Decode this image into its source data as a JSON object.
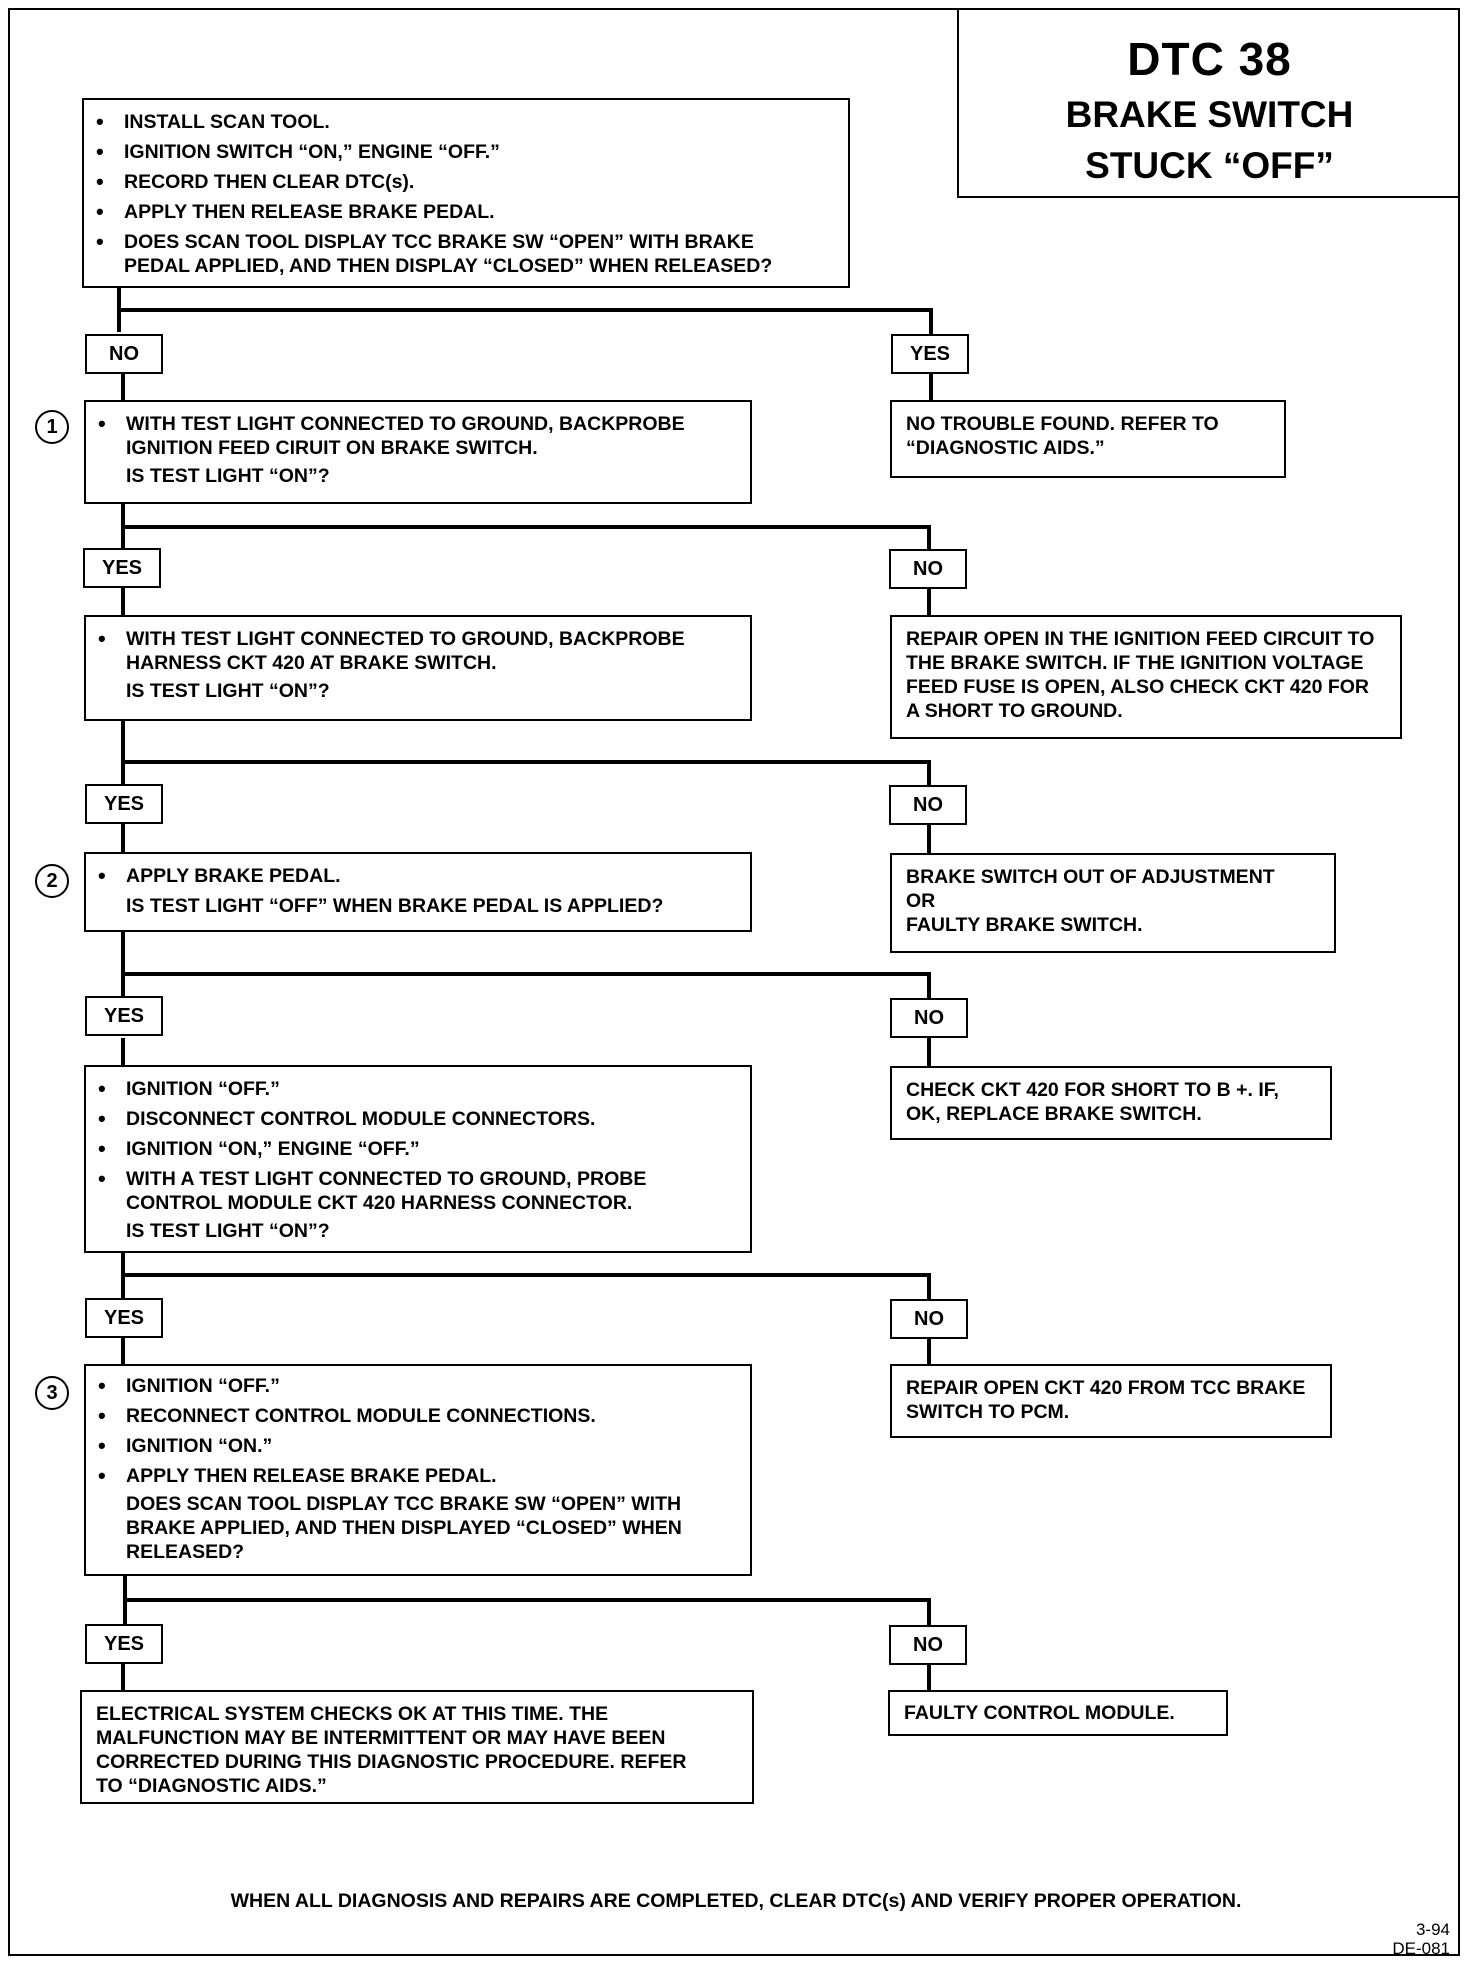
{
  "title": {
    "code": "DTC 38",
    "line1": "BRAKE SWITCH",
    "line2": "STUCK “OFF”"
  },
  "steps": {
    "start": {
      "bullets": [
        "INSTALL SCAN TOOL.",
        "IGNITION SWITCH “ON,” ENGINE “OFF.”",
        "RECORD THEN CLEAR DTC(s).",
        "APPLY THEN RELEASE BRAKE PEDAL.",
        "DOES SCAN TOOL DISPLAY TCC BRAKE SW “OPEN” WITH BRAKE PEDAL APPLIED, AND THEN DISPLAY “CLOSED” WHEN RELEASED?"
      ]
    },
    "s1": {
      "number": "1",
      "bullet": "WITH TEST LIGHT CONNECTED TO GROUND, BACKPROBE IGNITION FEED CIRUIT ON BRAKE SWITCH.",
      "question": "IS TEST LIGHT “ON”?"
    },
    "s1b": {
      "bullet": "WITH TEST LIGHT CONNECTED TO GROUND, BACKPROBE HARNESS CKT 420 AT BRAKE SWITCH.",
      "question": "IS TEST LIGHT “ON”?"
    },
    "s2": {
      "number": "2",
      "bullet": "APPLY BRAKE PEDAL.",
      "question": "IS TEST LIGHT “OFF” WHEN BRAKE PEDAL IS APPLIED?"
    },
    "s2b": {
      "bullets": [
        "IGNITION “OFF.”",
        "DISCONNECT CONTROL MODULE CONNECTORS.",
        "IGNITION “ON,” ENGINE “OFF.”",
        "WITH A TEST LIGHT CONNECTED TO GROUND, PROBE CONTROL MODULE CKT 420 HARNESS CONNECTOR."
      ],
      "question": "IS TEST LIGHT “ON”?"
    },
    "s3": {
      "number": "3",
      "bullets": [
        "IGNITION “OFF.”",
        "RECONNECT CONTROL MODULE CONNECTIONS.",
        "IGNITION “ON.”",
        "APPLY THEN RELEASE BRAKE PEDAL."
      ],
      "question": "DOES SCAN TOOL DISPLAY TCC BRAKE SW “OPEN” WITH BRAKE APPLIED, AND THEN DISPLAYED “CLOSED” WHEN RELEASED?"
    }
  },
  "results": {
    "r0": "NO TROUBLE FOUND. REFER TO “DIAGNOSTIC AIDS.”",
    "r1": "REPAIR OPEN IN THE IGNITION FEED CIRCUIT TO THE BRAKE SWITCH. IF THE IGNITION VOLTAGE FEED FUSE IS OPEN, ALSO CHECK CKT 420 FOR A SHORT TO GROUND.",
    "r2": "CHECK CKT 420 FOR SHORT TO B +. IF, OK, REPLACE BRAKE SWITCH.",
    "r3": "REPAIR OPEN CKT 420 FROM TCC BRAKE SWITCH TO PCM.",
    "r4": "FAULTY CONTROL MODULE.",
    "r5": "ELECTRICAL SYSTEM CHECKS OK AT THIS TIME. THE MALFUNCTION MAY BE INTERMITTENT OR MAY HAVE BEEN CORRECTED DURING THIS DIAGNOSTIC PROCEDURE. REFER TO “DIAGNOSTIC AIDS.”",
    "r_adj": {
      "line1": "BRAKE SWITCH OUT OF ADJUSTMENT",
      "line2": "OR",
      "line3": "FAULTY BRAKE SWITCH."
    }
  },
  "labels": {
    "yes": "YES",
    "no": "NO"
  },
  "footer": "WHEN ALL DIAGNOSIS AND REPAIRS ARE COMPLETED, CLEAR DTC(s) AND VERIFY PROPER OPERATION.",
  "code": {
    "date": "3-94",
    "id": "DE-081"
  }
}
